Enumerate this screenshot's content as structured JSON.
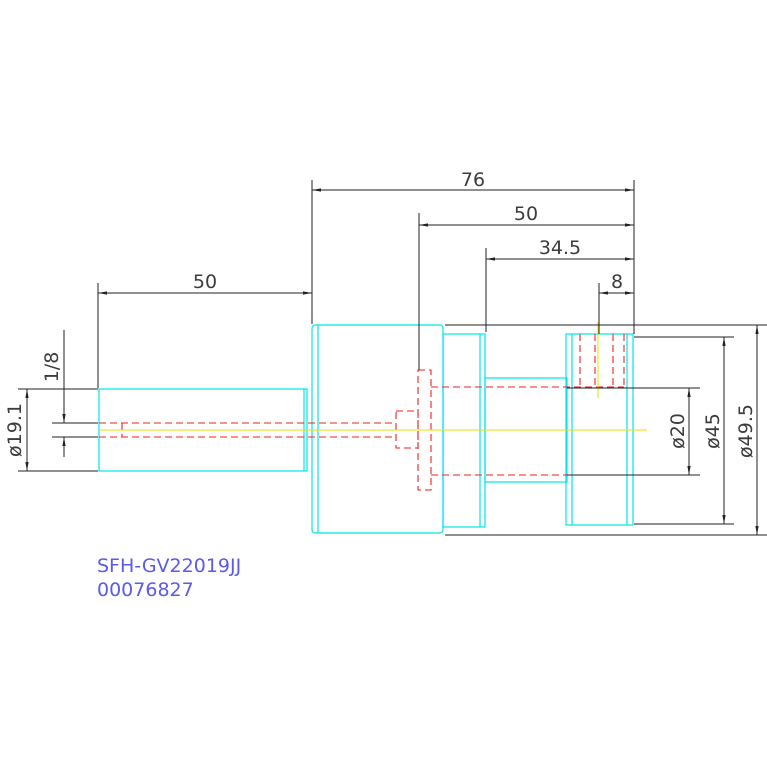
{
  "colors": {
    "part_outline": "#00e5e5",
    "hidden_lines": "#ee2222",
    "center_line": "#e8e000",
    "dimension": "#222222",
    "dimension_text": "#3c3c3c",
    "label": "#5a5aee",
    "background": "#ffffff"
  },
  "dimensions": {
    "overall_76": "76",
    "mid_50": "50",
    "inner_34_5": "34.5",
    "small_8": "8",
    "stud_50": "50",
    "thread_1_8": "1/8",
    "dia_19_1": "ø19.1",
    "dia_20": "ø20",
    "dia_45": "ø45",
    "dia_49_5": "ø49.5"
  },
  "label": {
    "part_number": "SFH-GV22019JJ",
    "code": "00076827"
  }
}
